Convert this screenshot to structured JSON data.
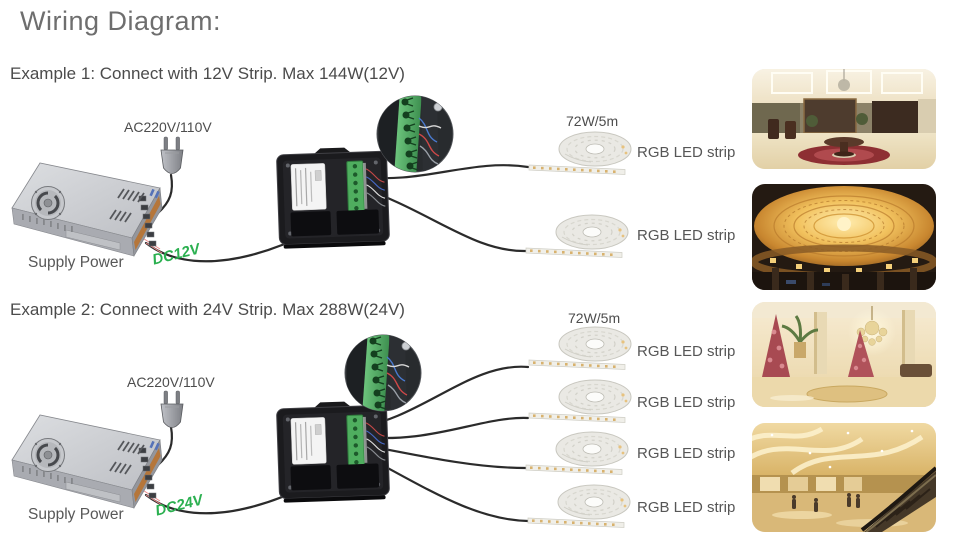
{
  "title": "Wiring Diagram:",
  "examples": [
    {
      "heading": "Example 1: Connect with 12V Strip. Max 144W(12V)",
      "ac_label": "AC220V/110V",
      "supply_label": "Supply Power",
      "dc_label": "DC12V",
      "strip_rating": "72W/5m",
      "strip_labels": [
        "RGB LED strip",
        "RGB LED strip"
      ]
    },
    {
      "heading": "Example 2: Connect with 24V Strip. Max 288W(24V)",
      "ac_label": "AC220V/110V",
      "supply_label": "Supply Power",
      "dc_label": "DC24V",
      "strip_rating": "72W/5m",
      "strip_labels": [
        "RGB LED strip",
        "RGB LED strip",
        "RGB LED strip",
        "RGB LED strip"
      ]
    }
  ],
  "colors": {
    "dc_green": "#2bb050",
    "wire_black": "#2b2b2b",
    "terminal_green": "#4fae5f",
    "psu_orange": "#b5763a",
    "accent_red_wire": "#ef8a8a"
  },
  "photos": [
    {
      "name": "hotel-lobby-round-table"
    },
    {
      "name": "golden-dome-ceiling"
    },
    {
      "name": "hotel-lobby-chandelier-christmas"
    },
    {
      "name": "shopping-mall-escalators"
    }
  ]
}
